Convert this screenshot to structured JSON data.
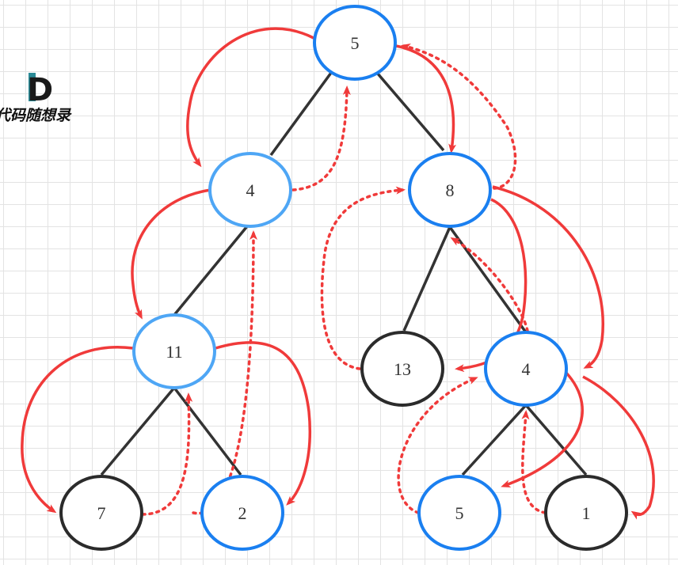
{
  "logo": {
    "mark": "D",
    "text": "代码随想录"
  },
  "colors": {
    "blue": "#1a7ff0",
    "lightblue": "#4ea6f5",
    "black": "#2b2b2b",
    "edge": "#333333",
    "arrow": "#f03a3a"
  },
  "tree": {
    "nodes": [
      {
        "id": "n5a",
        "label": "5"
      },
      {
        "id": "n4a",
        "label": "4"
      },
      {
        "id": "n8",
        "label": "8"
      },
      {
        "id": "n11",
        "label": "11"
      },
      {
        "id": "n13",
        "label": "13"
      },
      {
        "id": "n4b",
        "label": "4"
      },
      {
        "id": "n7",
        "label": "7"
      },
      {
        "id": "n2",
        "label": "2"
      },
      {
        "id": "n5b",
        "label": "5"
      },
      {
        "id": "n1",
        "label": "1"
      }
    ]
  }
}
